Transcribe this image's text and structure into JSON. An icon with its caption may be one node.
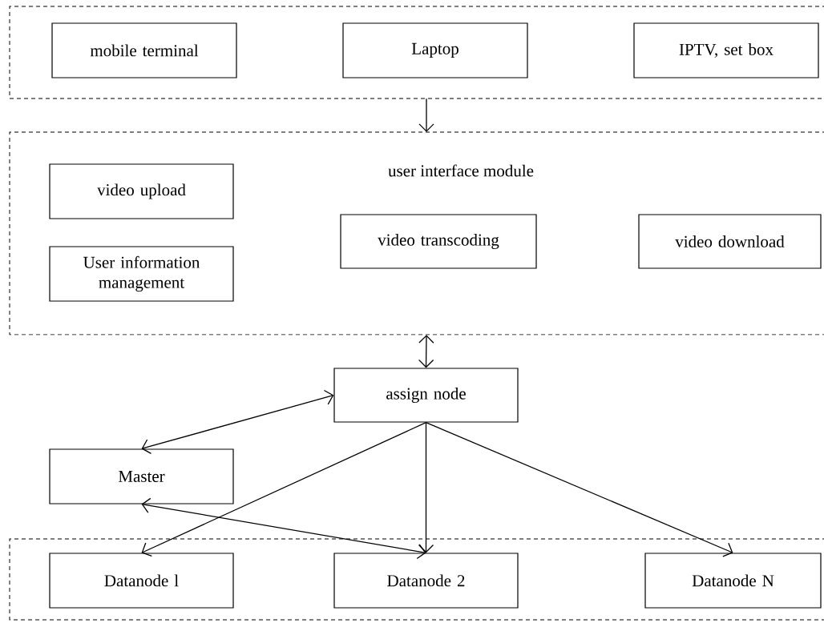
{
  "diagram": {
    "nodes": [
      {
        "text": [],
        "shape": "box"
      },
      {
        "text": [
          "mobile terminal"
        ],
        "in": 0
      },
      {
        "text": [
          "Laptop"
        ],
        "in": 0
      },
      {
        "text": [
          "IPTV, set box"
        ],
        "in": 0
      },
      {
        "text": [
          "user interface module"
        ]
      },
      {
        "text": [
          "video upload"
        ],
        "in": 4
      },
      {
        "text": [
          "User information management"
        ],
        "in": 4
      },
      {
        "text": [
          "video transcoding"
        ],
        "in": 4
      },
      {
        "text": [
          "video download"
        ],
        "in": 4
      },
      {
        "text": [
          "assign node"
        ]
      },
      {
        "text": [
          "Master"
        ]
      },
      {
        "text": [],
        "shape": "box"
      },
      {
        "text": [
          "Datanode l"
        ],
        "in": 11
      },
      {
        "text": [
          "Datanode 2"
        ],
        "in": 11
      },
      {
        "text": [
          "Datanode N"
        ],
        "in": 11
      }
    ],
    "edges": [
      {
        "from": 0,
        "to": 4,
        "arrow": "to"
      },
      {
        "from": 4,
        "to": 9,
        "arrow": "both"
      },
      {
        "from": 9,
        "to": 10,
        "arrow": "both"
      },
      {
        "from": 10,
        "to": 13,
        "arrow": "both"
      },
      {
        "from": 9,
        "to": 12,
        "arrow": "to"
      },
      {
        "from": 9,
        "to": 13,
        "arrow": "to"
      },
      {
        "from": 9,
        "to": 14,
        "arrow": "to"
      }
    ]
  }
}
